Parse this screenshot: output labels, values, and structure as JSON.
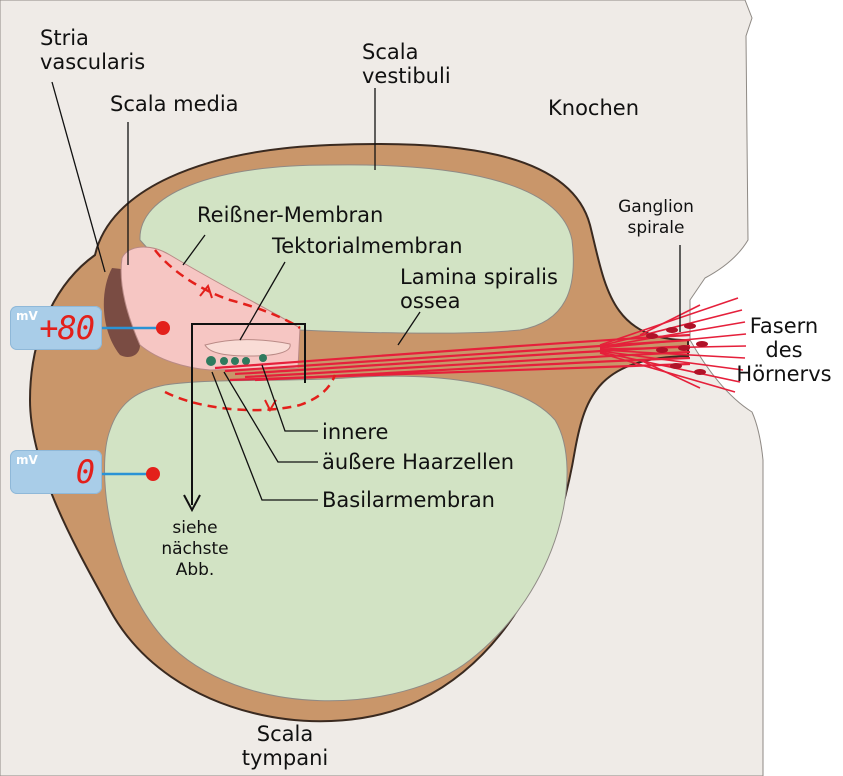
{
  "labels": {
    "stria_vascularis": "Stria\nvascularis",
    "scala_media": "Scala media",
    "scala_vestibuli": "Scala\nvestibuli",
    "knochen": "Knochen",
    "reissner_membran": "Reißner-Membran",
    "tektorialmembran": "Tektorialmembran",
    "lamina_spiralis_ossea": "Lamina spiralis\nossea",
    "ganglion_spirale": "Ganglion\nspirale",
    "fasern_des_hoernervs": "Fasern\ndes\nHörnervs",
    "innere": "innere",
    "aeussere_haarzellen": "äußere Haarzellen",
    "basilarmembran": "Basilarmembran",
    "siehe_naechste_abb": "siehe\nnächste\nAbb.",
    "scala_tympani": "Scala\ntympani"
  },
  "meters": [
    {
      "unit": "mV",
      "value": "+80"
    },
    {
      "unit": "mV",
      "value": "0"
    }
  ],
  "colors": {
    "bone": "#efebe7",
    "tissue_brown": "#c9966a",
    "fluid_green": "#d2e3c4",
    "scala_media_pink": "#f6c6c3",
    "stria_dark": "#7a4c43",
    "nerve_red": "#e5203b",
    "meter_blue": "#a9cde8",
    "probe_red": "#e3201b",
    "probe_line": "#2a93d5"
  }
}
